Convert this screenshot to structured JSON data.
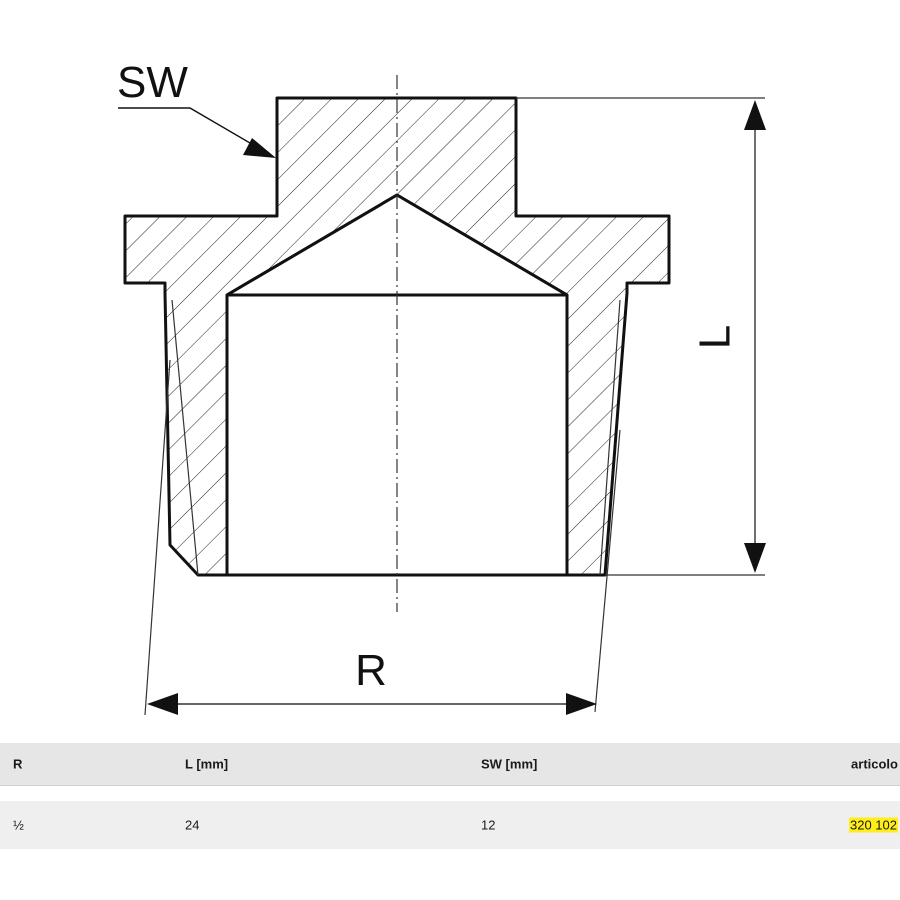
{
  "drawing": {
    "labels": {
      "sw": "SW",
      "l": "L",
      "r": "R"
    }
  },
  "table": {
    "headers": [
      "R",
      "L [mm]",
      "SW [mm]",
      "articolo"
    ],
    "rows": [
      {
        "r": "½",
        "l": "24",
        "sw": "12",
        "articolo": "320 102"
      }
    ],
    "highlight_color": "#ffee1a"
  }
}
